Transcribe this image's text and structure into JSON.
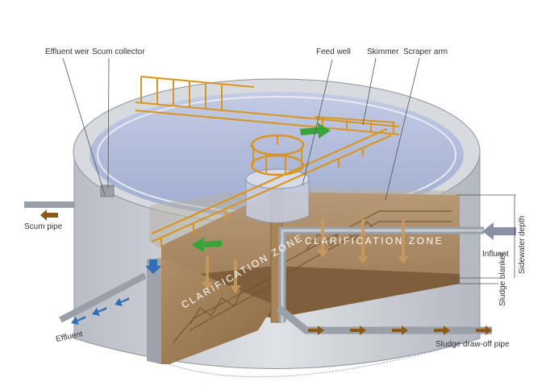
{
  "labels": {
    "effluent_weir": "Effluent weir",
    "scum_collector": "Scum collector",
    "feed_well": "Feed well",
    "skimmer": "Skimmer",
    "scraper_arm": "Scraper arm",
    "scum_pipe": "Scum pipe",
    "influent": "Influent",
    "effluent": "Effluent",
    "sludge_draw_off_pipe": "Sludge draw-off pipe",
    "sidewater_depth": "Sidewater depth",
    "sludge_blanket": "Sludge blanket",
    "clarification_zone_back": "CLARIFICATION ZONE",
    "clarification_zone_front": "CLARIFICATION ZONE"
  },
  "colors": {
    "tank_wall": "#c9cdd3",
    "water": "#aab6d6",
    "clarification": "#a8865f",
    "sludge": "#8d6a45",
    "walkway": "#e0a43a",
    "flow_arrow_brown": "#8a5a1c",
    "flow_arrow_blue": "#2f6fb5",
    "flow_arrow_green": "#3aa33a",
    "pipe": "#9aa0a8"
  },
  "icons": {
    "influent_arrow": "arrow-left-icon",
    "effluent_arrows": "arrow-left-icon",
    "sludge_arrows": "arrow-right-icon",
    "rotation_arrows": "arrow-icon"
  }
}
